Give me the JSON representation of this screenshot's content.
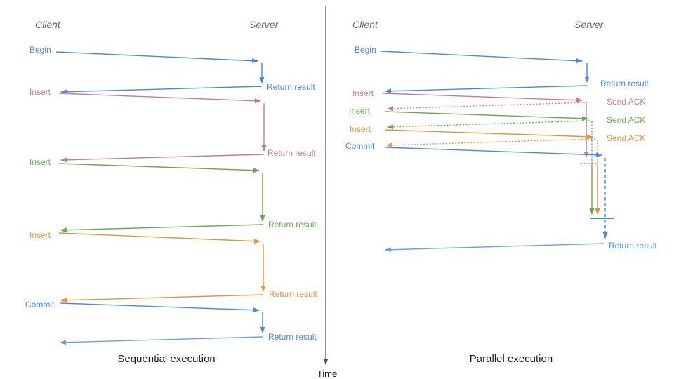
{
  "left_panel": {
    "client_header": "Client",
    "server_header": "Server",
    "title": "Sequential execution",
    "operations": [
      {
        "name": "Begin",
        "color": "#4a86e8",
        "response": "Return result"
      },
      {
        "name": "Insert",
        "color": "#c27ba0",
        "response": "Return result"
      },
      {
        "name": "Insert",
        "color": "#6aa84f",
        "response": "Return result"
      },
      {
        "name": "Insert",
        "color": "#e69138",
        "response": "Return result"
      },
      {
        "name": "Commit",
        "color": "#4a86e8",
        "response": "Return result"
      }
    ]
  },
  "right_panel": {
    "client_header": "Client",
    "server_header": "Server",
    "title": "Parallel execution",
    "operations": [
      {
        "name": "Begin",
        "color": "#4a86e8",
        "response": "Return result"
      },
      {
        "name": "Insert",
        "color": "#c27ba0",
        "response": "Send ACK"
      },
      {
        "name": "Insert",
        "color": "#6aa84f",
        "response": "Send ACK"
      },
      {
        "name": "Insert",
        "color": "#e69138",
        "response": "Send ACK"
      },
      {
        "name": "Commit",
        "color": "#4a86e8",
        "response": "Return result"
      }
    ]
  },
  "time_axis": {
    "label": "Time"
  },
  "colors": {
    "blue": "#4a86e8",
    "light_blue": "#6d9eeb",
    "pink": "#c27ba0",
    "green": "#6aa84f",
    "orange": "#e69138",
    "header_gray": "#666666",
    "axis_dark": "#4d4d4d"
  }
}
